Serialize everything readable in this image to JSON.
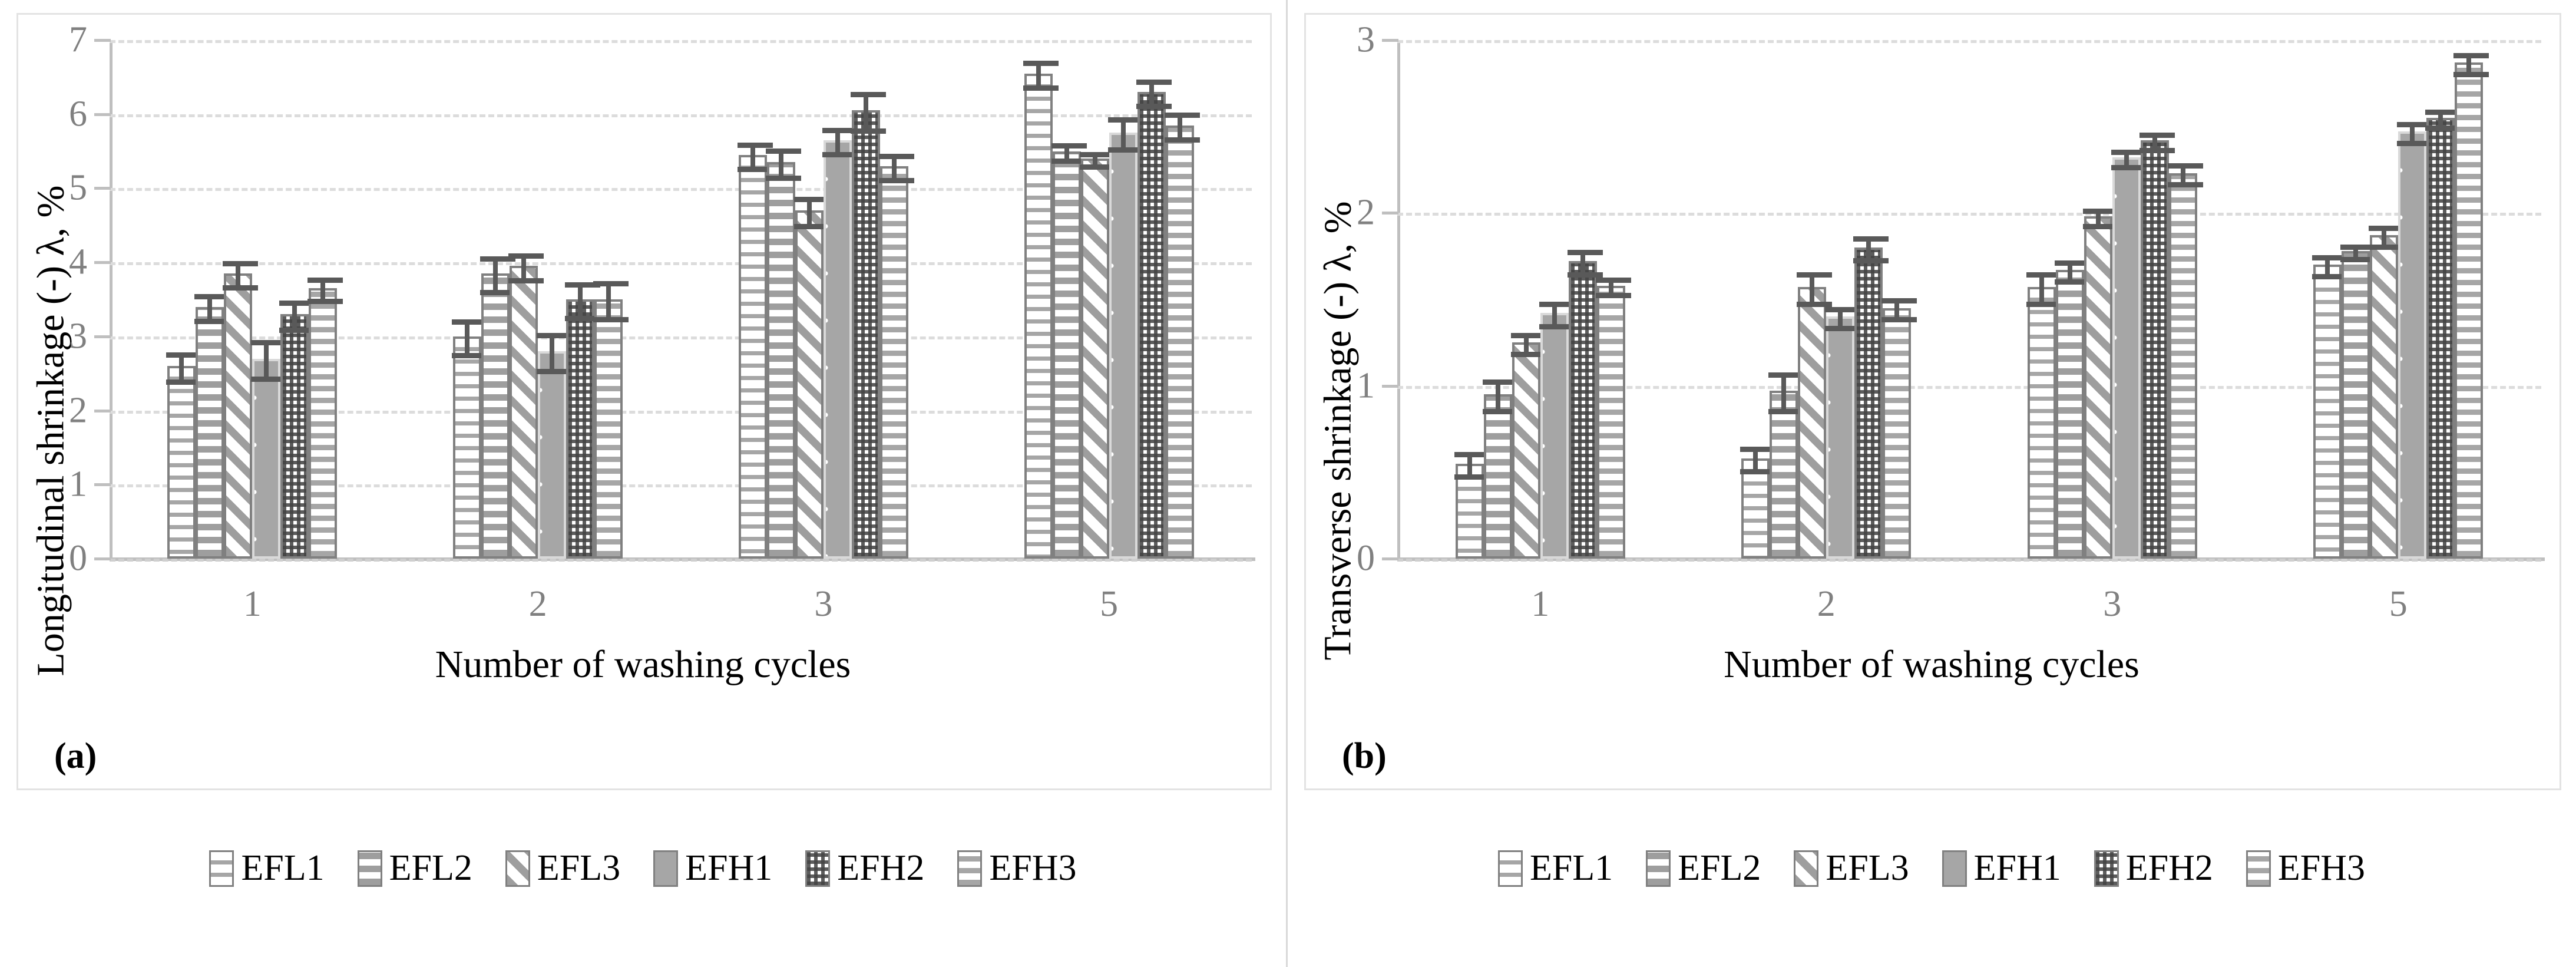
{
  "figure": {
    "panels": [
      {
        "tag": "(a)",
        "ylabel": "Longitudinal shrinkage (-) λ, %",
        "xlabel": "Number of washing cycles"
      },
      {
        "tag": "(b)",
        "ylabel": "Transverse shrinkage (-) λ, %",
        "xlabel": "Number of washing cycles"
      }
    ],
    "legend": [
      {
        "label": "EFL1",
        "pattern": "speckle-dots"
      },
      {
        "label": "EFL2",
        "pattern": "horizontal-stripes"
      },
      {
        "label": "EFL3",
        "pattern": "diagonal-stripes"
      },
      {
        "label": "EFH1",
        "pattern": "solid-gray-dots"
      },
      {
        "label": "EFH2",
        "pattern": "checkerboard"
      },
      {
        "label": "EFH3",
        "pattern": "brick-dashes"
      }
    ]
  },
  "chart_data": [
    {
      "type": "bar",
      "title": "",
      "panel": "(a)",
      "xlabel": "Number of washing cycles",
      "ylabel": "Longitudinal shrinkage (-) λ, %",
      "categories": [
        "1",
        "2",
        "3",
        "5"
      ],
      "yticks": [
        0,
        1,
        2,
        3,
        4,
        5,
        6,
        7
      ],
      "ylim": [
        0,
        7
      ],
      "grid": true,
      "legend_position": "bottom",
      "series": [
        {
          "name": "EFL1",
          "values": [
            2.6,
            3.0,
            5.45,
            6.55
          ],
          "errors": [
            0.22,
            0.26,
            0.2,
            0.2
          ]
        },
        {
          "name": "EFL2",
          "values": [
            3.4,
            3.85,
            5.35,
            5.5
          ],
          "errors": [
            0.2,
            0.26,
            0.22,
            0.14
          ]
        },
        {
          "name": "EFL3",
          "values": [
            3.85,
            3.95,
            4.7,
            5.4
          ],
          "errors": [
            0.2,
            0.2,
            0.22,
            0.12
          ]
        },
        {
          "name": "EFH1",
          "values": [
            2.7,
            2.8,
            5.65,
            5.75
          ],
          "errors": [
            0.28,
            0.28,
            0.2,
            0.24
          ]
        },
        {
          "name": "EFH2",
          "values": [
            3.3,
            3.5,
            6.05,
            6.3
          ],
          "errors": [
            0.22,
            0.26,
            0.28,
            0.2
          ]
        },
        {
          "name": "EFH3",
          "values": [
            3.65,
            3.5,
            5.3,
            5.85
          ],
          "errors": [
            0.18,
            0.28,
            0.2,
            0.2
          ]
        }
      ]
    },
    {
      "type": "bar",
      "title": "",
      "panel": "(b)",
      "xlabel": "Number of washing cycles",
      "ylabel": "Transverse shrinkage (-) λ, %",
      "categories": [
        "1",
        "2",
        "3",
        "5"
      ],
      "yticks": [
        0,
        1,
        2,
        3
      ],
      "ylim": [
        0,
        3
      ],
      "grid": true,
      "legend_position": "bottom",
      "series": [
        {
          "name": "EFL1",
          "values": [
            0.55,
            0.58,
            1.57,
            1.7
          ],
          "errors": [
            0.08,
            0.08,
            0.1,
            0.07
          ]
        },
        {
          "name": "EFL2",
          "values": [
            0.95,
            0.97,
            1.67,
            1.78
          ],
          "errors": [
            0.1,
            0.12,
            0.07,
            0.05
          ]
        },
        {
          "name": "EFL3",
          "values": [
            1.25,
            1.57,
            1.98,
            1.87
          ],
          "errors": [
            0.07,
            0.1,
            0.06,
            0.07
          ]
        },
        {
          "name": "EFH1",
          "values": [
            1.42,
            1.4,
            2.32,
            2.47
          ],
          "errors": [
            0.08,
            0.07,
            0.06,
            0.07
          ]
        },
        {
          "name": "EFH2",
          "values": [
            1.72,
            1.8,
            2.42,
            2.55
          ],
          "errors": [
            0.08,
            0.08,
            0.06,
            0.06
          ]
        },
        {
          "name": "EFH3",
          "values": [
            1.58,
            1.45,
            2.23,
            2.87
          ],
          "errors": [
            0.06,
            0.07,
            0.07,
            0.07
          ]
        }
      ]
    }
  ]
}
